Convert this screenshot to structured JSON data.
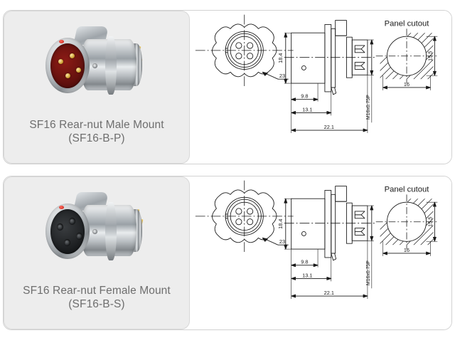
{
  "page": {
    "background": "#ffffff",
    "card_background": "#ededed",
    "caption_color": "#6e6e6e",
    "drawing_color": "#1a1a1a"
  },
  "products": [
    {
      "id": "sf16-b-p",
      "name_line1": "SF16 Rear-nut Male Mount",
      "name_line2": "(SF16-B-P)",
      "photo": {
        "type": "male",
        "pin_count": 4,
        "insulator_color": "#6b1410",
        "pin_color": "#c79a2c",
        "marker_color": "#c22015",
        "body_color": "#b9bec2"
      },
      "drawing": {
        "panel_cutout_label": "Panel cutout",
        "front_view_callout": "23",
        "dim_height": "18.4",
        "dim_a": "9.8",
        "dim_b": "13.1",
        "dim_overall": "22.1",
        "thread": "M16x0.75P",
        "cutout_height": "15.5",
        "cutout_width": "16",
        "contact_count": 4
      }
    },
    {
      "id": "sf16-b-s",
      "name_line1": "SF16 Rear-nut Female Mount",
      "name_line2": "(SF16-B-S)",
      "photo": {
        "type": "female",
        "pin_count": 4,
        "insulator_color": "#17191b",
        "pin_color": "#1a1c1e",
        "marker_color": "#c22015",
        "body_color": "#b9bec2"
      },
      "drawing": {
        "panel_cutout_label": "Panel cutout",
        "front_view_callout": "23",
        "dim_height": "18.4",
        "dim_a": "9.8",
        "dim_b": "13.1",
        "dim_overall": "22.1",
        "thread": "M16x0.75P",
        "cutout_height": "15.5",
        "cutout_width": "16",
        "contact_count": 4
      }
    }
  ]
}
